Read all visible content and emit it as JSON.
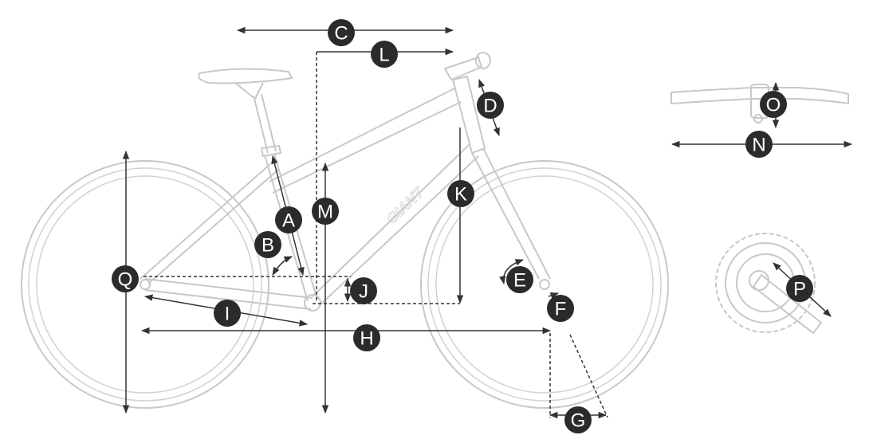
{
  "diagram": {
    "brand_logo": "GIANT",
    "labels": {
      "A": "A",
      "B": "B",
      "C": "C",
      "D": "D",
      "E": "E",
      "F": "F",
      "G": "G",
      "H": "H",
      "I": "I",
      "J": "J",
      "K": "K",
      "L": "L",
      "M": "M",
      "N": "N",
      "O": "O",
      "P": "P",
      "Q": "Q"
    },
    "colors": {
      "marker": "#2b2b2b",
      "bike_outline": "#c8c8c8",
      "dimension_line": "#333333"
    }
  }
}
